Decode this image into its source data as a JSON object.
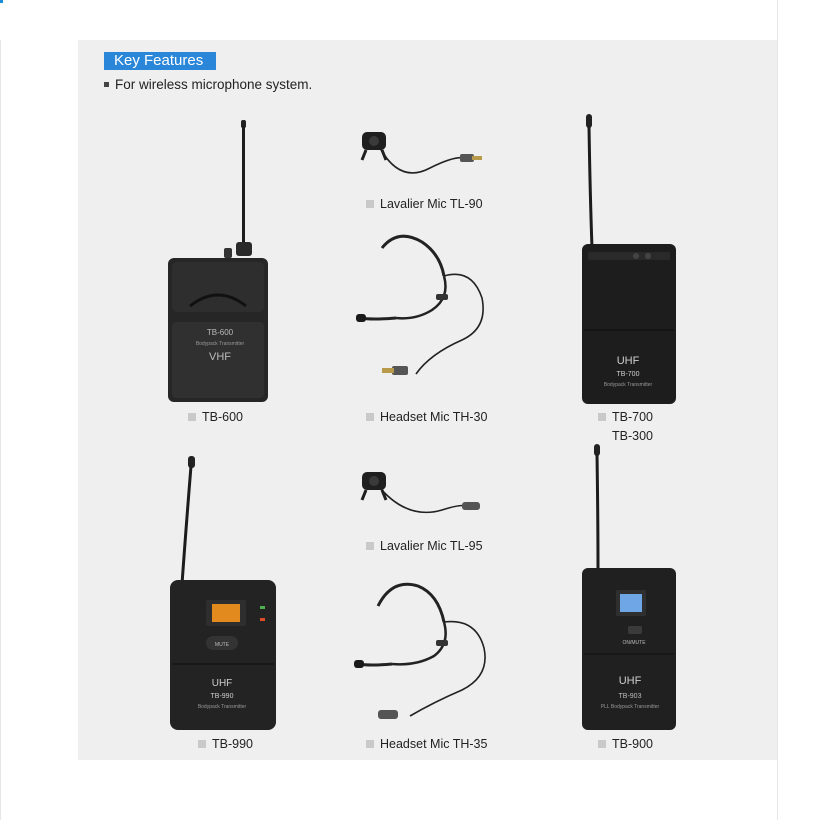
{
  "header": {
    "badge": "Key Features",
    "bullet": "For wireless microphone system."
  },
  "products": {
    "tb600": {
      "caption": "TB-600",
      "body_model": "TB-600",
      "body_subtitle": "Bodypack Transmitter",
      "body_band": "VHF"
    },
    "tl90": {
      "caption": "Lavalier Mic TL-90"
    },
    "tb700": {
      "caption": "TB-700",
      "caption2": "TB-300",
      "body_band": "UHF",
      "body_model": "TB-700",
      "body_subtitle": "Bodypack Transmitter"
    },
    "th30": {
      "caption": "Headset Mic TH-30"
    },
    "tb990": {
      "caption": "TB-990",
      "body_band": "UHF",
      "body_model": "TB-990",
      "body_subtitle": "Bodypack Transmitter",
      "body_button": "MUTE"
    },
    "tl95": {
      "caption": "Lavalier Mic TL-95"
    },
    "tb900": {
      "caption": "TB-900",
      "body_band": "UHF",
      "body_model": "TB-903",
      "body_subtitle": "PLL Bodypack Transmitter",
      "body_button": "ON/MUTE"
    },
    "th35": {
      "caption": "Headset Mic TH-35"
    }
  },
  "colors": {
    "accent": "#2a86d8",
    "panel": "#efefef"
  }
}
